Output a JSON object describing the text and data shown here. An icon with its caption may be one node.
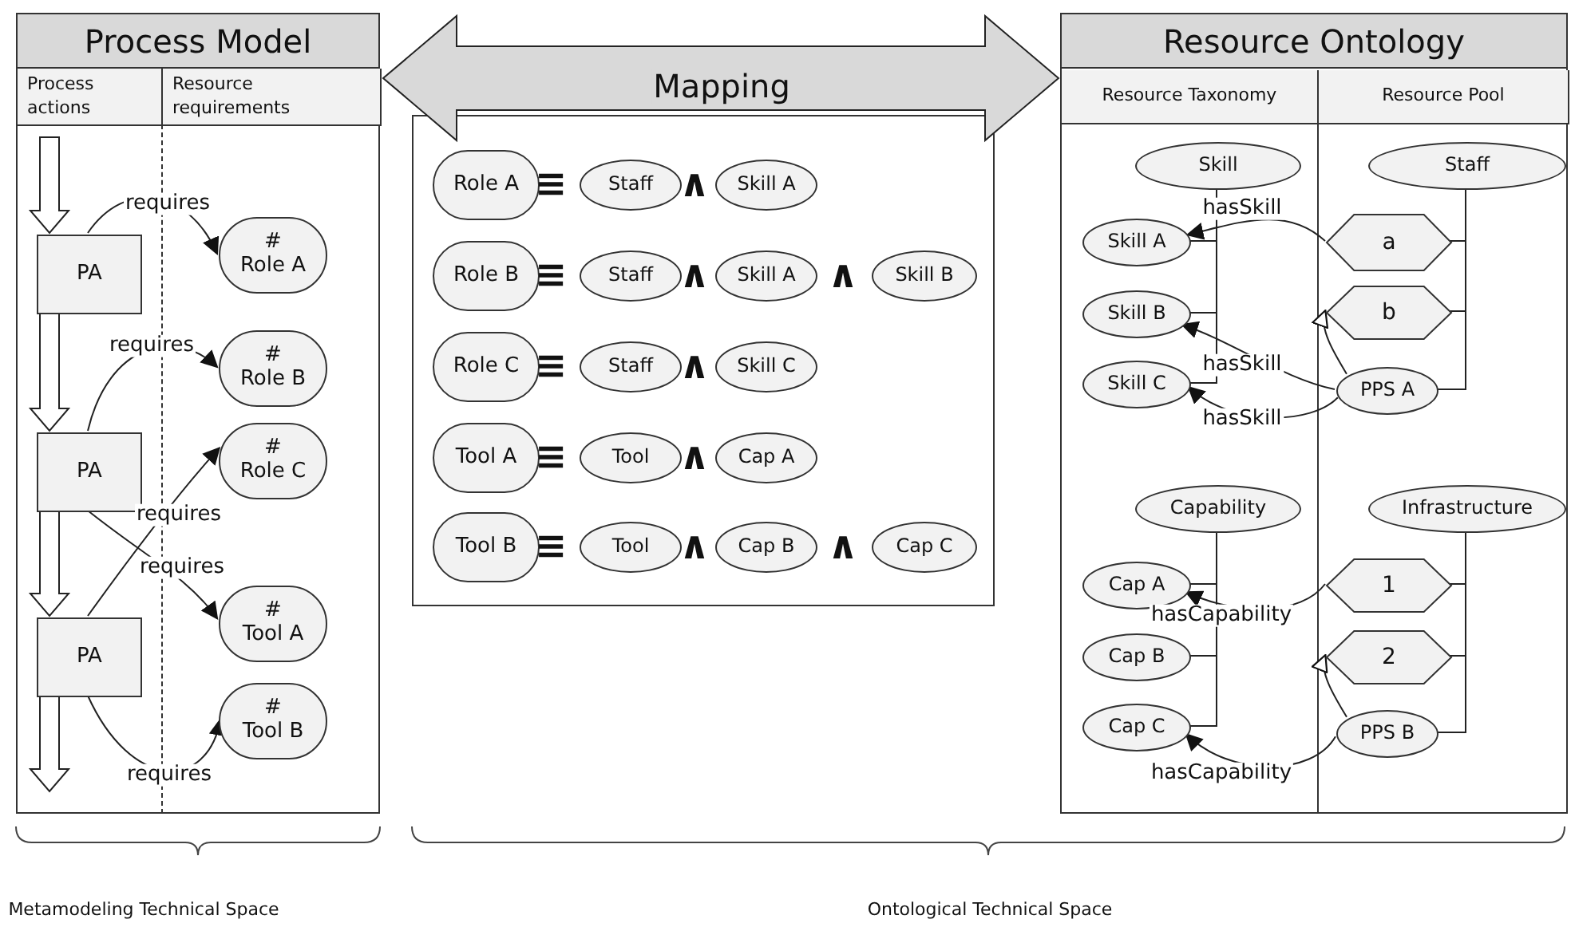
{
  "diagram": {
    "nodes": [
      {
        "text": [
          "Process Model"
        ]
      },
      {
        "text": [
          "Process actions"
        ],
        "in": 0
      },
      {
        "text": [
          "Resource requirements"
        ],
        "in": 0
      },
      {
        "text": [
          "PA"
        ],
        "in": 0
      },
      {
        "text": [
          "PA"
        ],
        "in": 0
      },
      {
        "text": [
          "PA"
        ],
        "in": 0
      },
      {
        "text": [
          "#",
          "Role A"
        ],
        "in": 0
      },
      {
        "text": [
          "#",
          "Role B"
        ],
        "in": 0
      },
      {
        "text": [
          "#",
          "Role C"
        ],
        "in": 0
      },
      {
        "text": [
          "#",
          "Tool A"
        ],
        "in": 0
      },
      {
        "text": [
          "#",
          "Tool B"
        ],
        "in": 0
      },
      {
        "text": [],
        "shape": "box"
      },
      {
        "text": [
          "Role A"
        ],
        "in": 11
      },
      {
        "text": [
          "Staff"
        ],
        "in": 11
      },
      {
        "text": [
          "Skill A"
        ],
        "in": 11
      },
      {
        "text": [
          "Role B"
        ],
        "in": 11
      },
      {
        "text": [
          "Staff"
        ],
        "in": 11
      },
      {
        "text": [
          "Skill A"
        ],
        "in": 11
      },
      {
        "text": [
          "Skill B"
        ],
        "in": 11
      },
      {
        "text": [
          "Role C"
        ],
        "in": 11
      },
      {
        "text": [
          "Staff"
        ],
        "in": 11
      },
      {
        "text": [
          "Skill C"
        ],
        "in": 11
      },
      {
        "text": [
          "Tool A"
        ],
        "in": 11
      },
      {
        "text": [
          "Tool"
        ],
        "in": 11
      },
      {
        "text": [
          "Cap A"
        ],
        "in": 11
      },
      {
        "text": [
          "Tool B"
        ],
        "in": 11
      },
      {
        "text": [
          "Tool"
        ],
        "in": 11
      },
      {
        "text": [
          "Cap B"
        ],
        "in": 11
      },
      {
        "text": [
          "Cap C"
        ],
        "in": 11
      },
      {
        "text": [
          "Resource Ontology"
        ]
      },
      {
        "text": [
          "Resource Taxonomy"
        ],
        "in": 29
      },
      {
        "text": [
          "Resource Pool"
        ],
        "in": 29
      },
      {
        "text": [
          "Skill"
        ],
        "in": 29
      },
      {
        "text": [
          "Skill A"
        ],
        "in": 29
      },
      {
        "text": [
          "Skill B"
        ],
        "in": 29
      },
      {
        "text": [
          "Skill C"
        ],
        "in": 29
      },
      {
        "text": [
          "Staff"
        ],
        "in": 29
      },
      {
        "text": [
          "a"
        ],
        "in": 29
      },
      {
        "text": [
          "b"
        ],
        "in": 29
      },
      {
        "text": [
          "PPS A"
        ],
        "in": 29
      },
      {
        "text": [
          "Capability"
        ],
        "in": 29
      },
      {
        "text": [
          "Cap A"
        ],
        "in": 29
      },
      {
        "text": [
          "Cap B"
        ],
        "in": 29
      },
      {
        "text": [
          "Cap C"
        ],
        "in": 29
      },
      {
        "text": [
          "Infrastructure"
        ],
        "in": 29
      },
      {
        "text": [
          "1"
        ],
        "in": 29
      },
      {
        "text": [
          "2"
        ],
        "in": 29
      },
      {
        "text": [
          "PPS B"
        ],
        "in": 29
      }
    ],
    "edges": [
      {
        "from": null,
        "to": 3,
        "arrow": "to"
      },
      {
        "from": 3,
        "to": 4,
        "arrow": "to"
      },
      {
        "from": 4,
        "to": 5,
        "arrow": "to"
      },
      {
        "from": 5,
        "to": null,
        "arrow": "to"
      },
      {
        "from": 3,
        "to": 6,
        "arrow": "to",
        "label": "requires"
      },
      {
        "from": 4,
        "to": 7,
        "arrow": "to",
        "label": "requires"
      },
      {
        "from": 5,
        "to": 8,
        "arrow": "to",
        "label": "requires"
      },
      {
        "from": 4,
        "to": 9,
        "arrow": "to",
        "label": "requires"
      },
      {
        "from": 5,
        "to": 10,
        "arrow": "to",
        "label": "requires"
      },
      {
        "from": 32,
        "to": 33,
        "arrow": "none"
      },
      {
        "from": 32,
        "to": 34,
        "arrow": "none"
      },
      {
        "from": 32,
        "to": 35,
        "arrow": "none"
      },
      {
        "from": 36,
        "to": 37,
        "arrow": "none"
      },
      {
        "from": 36,
        "to": 38,
        "arrow": "none"
      },
      {
        "from": 36,
        "to": 39,
        "arrow": "none"
      },
      {
        "from": 37,
        "to": 33,
        "arrow": "to",
        "label": "hasSkill"
      },
      {
        "from": 39,
        "to": 34,
        "arrow": "to",
        "label": "hasSkill"
      },
      {
        "from": 39,
        "to": 35,
        "arrow": "to",
        "label": "hasSkill"
      },
      {
        "from": 39,
        "to": 38,
        "arrow": "to"
      },
      {
        "from": 40,
        "to": 41,
        "arrow": "none"
      },
      {
        "from": 40,
        "to": 42,
        "arrow": "none"
      },
      {
        "from": 40,
        "to": 43,
        "arrow": "none"
      },
      {
        "from": 44,
        "to": 45,
        "arrow": "none"
      },
      {
        "from": 44,
        "to": 46,
        "arrow": "none"
      },
      {
        "from": 44,
        "to": 47,
        "arrow": "none"
      },
      {
        "from": 45,
        "to": 41,
        "arrow": "to",
        "label": "hasCapability"
      },
      {
        "from": 47,
        "to": 46,
        "arrow": "to"
      },
      {
        "from": 47,
        "to": 43,
        "arrow": "to",
        "label": "hasCapability"
      },
      {
        "from": 0,
        "to": 29,
        "arrow": "both",
        "label": "Mapping"
      }
    ],
    "labels": [
      "≡",
      "∧",
      "≡",
      "∧",
      "∧",
      "≡",
      "∧",
      "≡",
      "∧",
      "≡",
      "∧",
      "∧",
      "Metamodeling Technical Space",
      "Ontological Technical Space"
    ]
  }
}
